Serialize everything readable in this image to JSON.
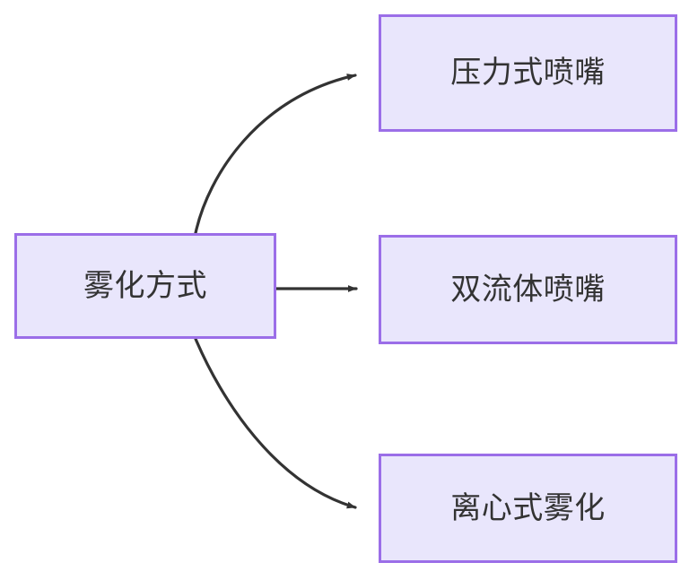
{
  "diagram": {
    "type": "flowchart",
    "direction": "left-to-right",
    "background_color": "#ffffff",
    "node_fill_color": "#e9e6fc",
    "node_border_color": "#9b6ee8",
    "node_text_color": "#333333",
    "edge_color": "#333333",
    "title": "雾化方式",
    "source_node": {
      "id": "source",
      "label": "雾化方式"
    },
    "branch_nodes": [
      {
        "id": "branch-0",
        "label": "压力式喷嘴"
      },
      {
        "id": "branch-1",
        "label": "双流体喷嘴"
      },
      {
        "id": "branch-2",
        "label": "离心式雾化"
      }
    ],
    "edges": [
      {
        "id": "edge-0",
        "from": "源",
        "to": "压力式喷嘴",
        "style": "curved",
        "arrow": "triangle"
      },
      {
        "id": "edge-1",
        "from": "源",
        "to": "双流体喷嘴",
        "style": "straight",
        "arrow": "triangle"
      },
      {
        "id": "edge-2",
        "from": "源",
        "to": "离心式雾化",
        "style": "curved",
        "arrow": "triangle"
      }
    ]
  }
}
